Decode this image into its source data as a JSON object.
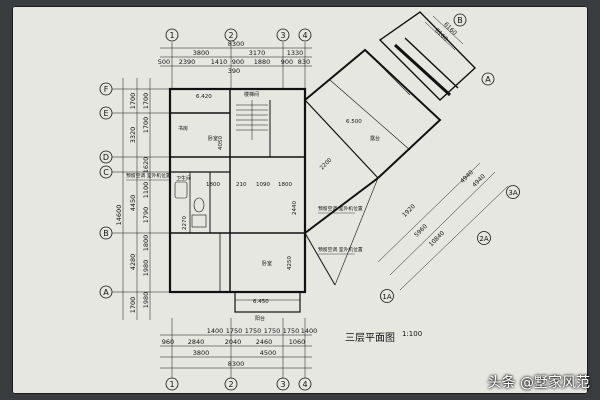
{
  "drawing": {
    "title": "三层平面图",
    "scale": "1:100",
    "watermark": "头条 @墅家风范"
  },
  "axes": {
    "top": [
      "1",
      "2",
      "3",
      "4"
    ],
    "bottom": [
      "1",
      "2",
      "3",
      "4"
    ],
    "left": [
      "F",
      "E",
      "D",
      "C",
      "B",
      "A"
    ],
    "right": [
      "B",
      "A"
    ],
    "diagonal": [
      "3A",
      "2A",
      "1A"
    ]
  },
  "dimensions": {
    "top_total": "8300",
    "top_spans": [
      "3800",
      "3170",
      "1330"
    ],
    "top_detail": [
      "500",
      "2390",
      "1410",
      "900",
      "1880",
      "900",
      "830"
    ],
    "top_small": "390",
    "bottom_total": "8300",
    "bottom_spans": [
      "3800",
      "4500"
    ],
    "bottom_detail": [
      "960",
      "2840",
      "2040",
      "2460",
      "1060"
    ],
    "bottom_mid": [
      "1400",
      "1750",
      "1750",
      "1750",
      "1750",
      "1400"
    ],
    "left_total": "14600",
    "left_spans": [
      "1700",
      "3320",
      "4450",
      "4280",
      "1700"
    ],
    "left_detail": [
      "1700",
      "1700",
      "1620",
      "1100",
      "1790",
      "1800",
      "1980",
      "1980"
    ],
    "right_diag_top": [
      "6160",
      "6160"
    ],
    "right_diag_side": [
      "4940",
      "4940",
      "5960",
      "10840",
      "1920"
    ],
    "interior": [
      "6.420",
      "6.500",
      "6.450",
      "4050",
      "1800",
      "2200",
      "210",
      "1090",
      "1800",
      "2270",
      "4250",
      "2440"
    ]
  },
  "annotations": [
    "预留空调 室外机位置",
    "预留空调 室外机位置",
    "预留空调 室外机位置"
  ],
  "rooms": [
    "卧室",
    "书房",
    "卧室",
    "露台",
    "卫生间",
    "楼梯间",
    "阳台"
  ]
}
